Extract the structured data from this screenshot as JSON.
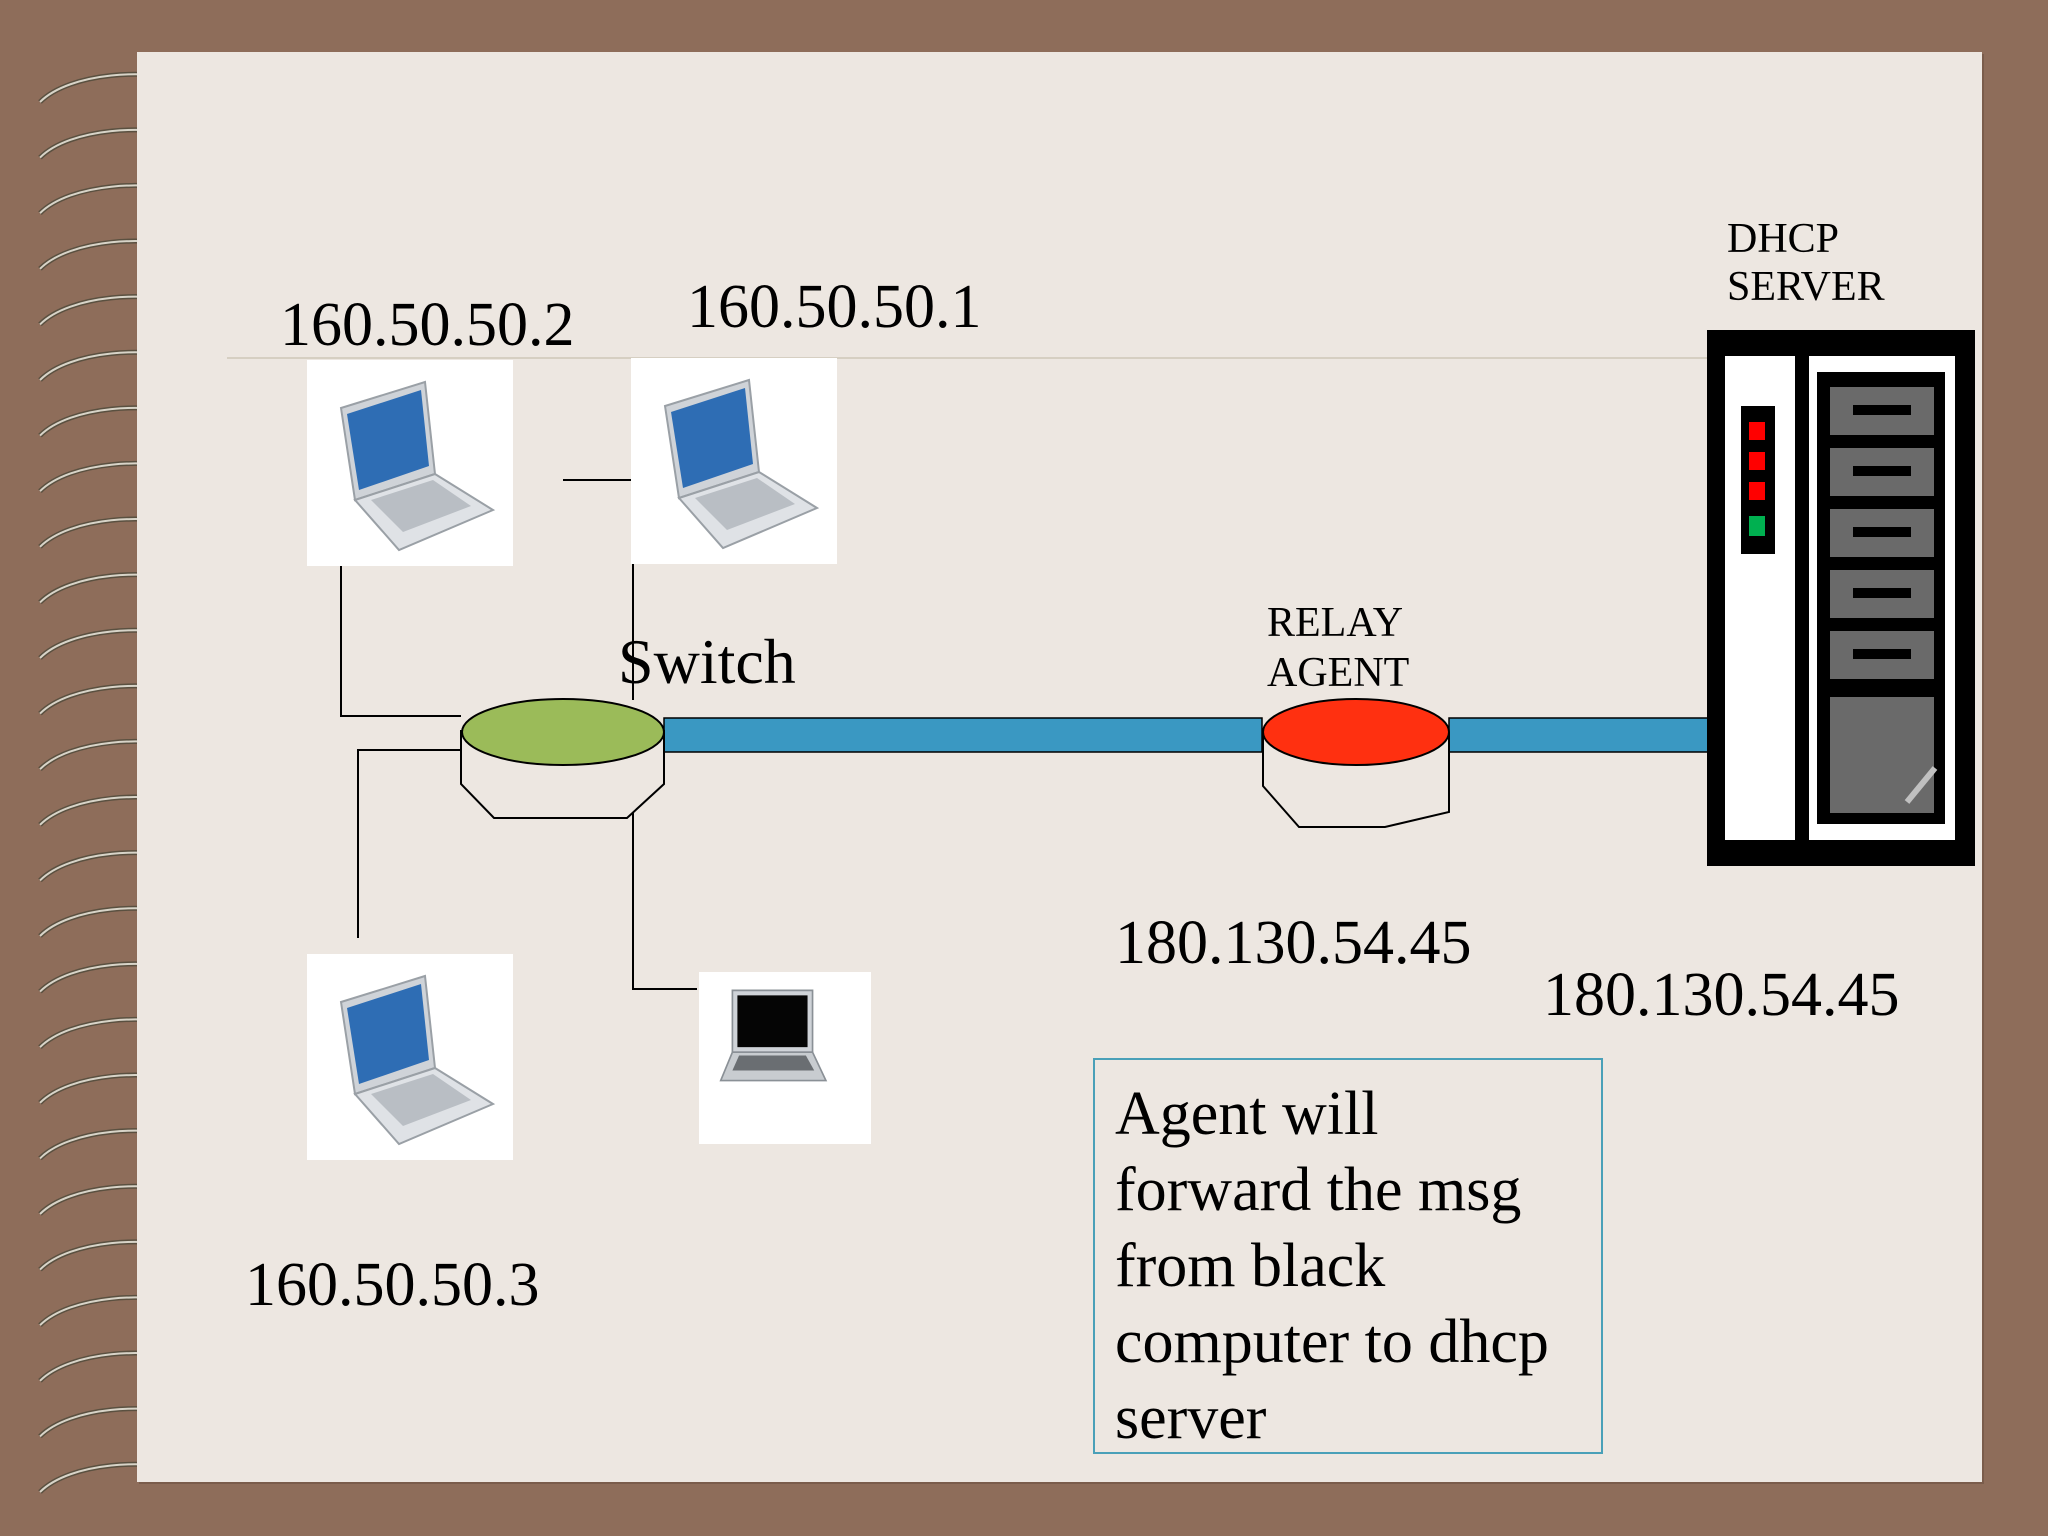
{
  "labels": {
    "laptop_top_left_ip": "160.50.50.2",
    "laptop_top_right_ip": "160.50.50.1",
    "laptop_bottom_left_ip": "160.50.50.3",
    "switch": "Switch",
    "relay_agent_line1": "RELAY",
    "relay_agent_line2": "AGENT",
    "relay_agent_ip": "180.130.54.45",
    "dhcp_server_line1": "DHCP",
    "dhcp_server_line2": "SERVER",
    "dhcp_server_ip": "180.130.54.45"
  },
  "note": {
    "text": "Agent will\nforward the msg\nfrom black\ncomputer to dhcp\nserver"
  },
  "colors": {
    "switch": "#9bbb59",
    "relay_agent": "#ff3010",
    "link": "#3a98c2",
    "server_led_red": "#ff0000",
    "server_led_green": "#00b050"
  }
}
